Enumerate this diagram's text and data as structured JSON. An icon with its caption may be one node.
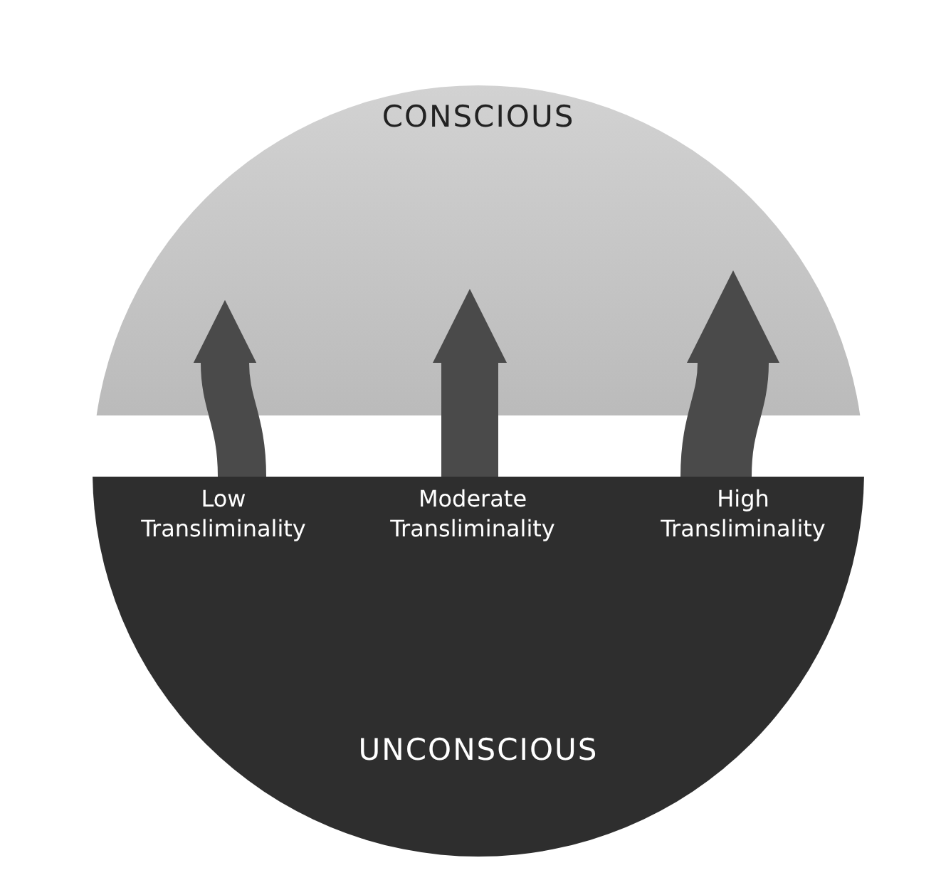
{
  "diagram": {
    "nodes": [
      {
        "text": [
          "CONSCIOUS"
        ]
      },
      {
        "text": [
          "UNCONSCIOUS"
        ]
      }
    ],
    "edges": [
      {
        "from": 1,
        "to": 0,
        "arrow": "to",
        "label": "Low Transliminality"
      },
      {
        "from": 1,
        "to": 0,
        "arrow": "to",
        "label": "Moderate Transliminality"
      },
      {
        "from": 1,
        "to": 0,
        "arrow": "to",
        "label": "High Transliminality"
      }
    ]
  }
}
